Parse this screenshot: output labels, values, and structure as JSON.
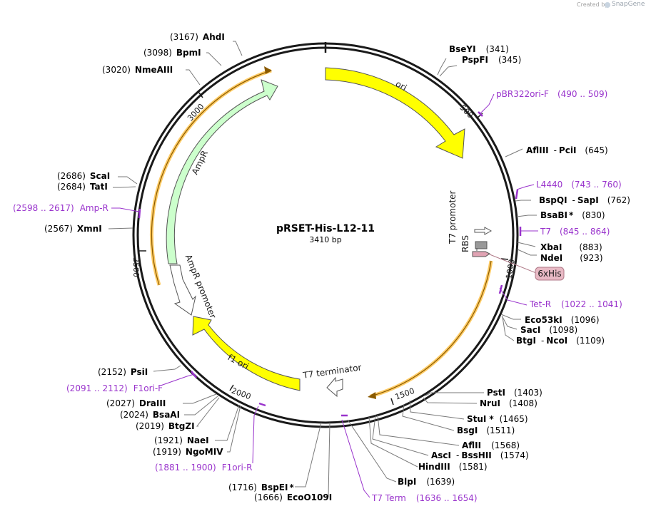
{
  "credit": {
    "created_by": "Created by",
    "brand": "SnapGene"
  },
  "plasmid": {
    "name": "pRSET-His-L12-11",
    "size": "3410 bp"
  },
  "ruler_ticks": [
    "500",
    "1000",
    "1500",
    "2000",
    "2500",
    "3000"
  ],
  "sites": {
    "ahdi": {
      "pos": "(3167)",
      "name": "AhdI"
    },
    "bpmi": {
      "pos": "(3098)",
      "name": "BpmI"
    },
    "nmeaiii": {
      "pos": "(3020)",
      "name": "NmeAIII"
    },
    "scai": {
      "pos": "(2686)",
      "name": "ScaI"
    },
    "tati": {
      "pos": "(2684)",
      "name": "TatI"
    },
    "xmni": {
      "pos": "(2567)",
      "name": "XmnI"
    },
    "psii": {
      "pos": "(2152)",
      "name": "PsiI"
    },
    "draiii": {
      "pos": "(2027)",
      "name": "DraIII"
    },
    "bsaai": {
      "pos": "(2024)",
      "name": "BsaAI"
    },
    "btgzi": {
      "pos": "(2019)",
      "name": "BtgZI"
    },
    "naei": {
      "pos": "(1921)",
      "name": "NaeI"
    },
    "ngomiv": {
      "pos": "(1919)",
      "name": "NgoMIV"
    },
    "bspei": {
      "pos": "(1716)",
      "name": "BspEI",
      "star": "*"
    },
    "eco0109i": {
      "pos": "(1666)",
      "name": "EcoO109I"
    },
    "bseyi": {
      "name": "BseYI",
      "pos": "(341)"
    },
    "pspfi": {
      "name": "PspFI",
      "pos": "(345)"
    },
    "afliii_pcii": {
      "name1": "AflIII",
      "sep": "-",
      "name2": "PciI",
      "pos": "(645)"
    },
    "bspqi_sapi": {
      "name1": "BspQI",
      "sep": "-",
      "name2": "SapI",
      "pos": "(762)"
    },
    "bsabi": {
      "name": "BsaBI",
      "star": "*",
      "pos": "(830)"
    },
    "xbai": {
      "name": "XbaI",
      "pos": "(883)"
    },
    "ndei": {
      "name": "NdeI",
      "pos": "(923)"
    },
    "eco53ki": {
      "name": "Eco53kI",
      "pos": "(1096)"
    },
    "saci": {
      "name": "SacI",
      "pos": "(1098)"
    },
    "btgi_ncoi": {
      "name1": "BtgI",
      "sep": "-",
      "name2": "NcoI",
      "pos": "(1109)"
    },
    "psti": {
      "name": "PstI",
      "pos": "(1403)"
    },
    "nrui": {
      "name": "NruI",
      "pos": "(1408)"
    },
    "stui": {
      "name": "StuI",
      "star": "*",
      "pos": "(1465)"
    },
    "bsgi": {
      "name": "BsgI",
      "pos": "(1511)"
    },
    "afliii2": {
      "name": "AflII",
      "pos": "(1568)"
    },
    "asci_bsshii": {
      "name1": "AscI",
      "sep": "-",
      "name2": "BssHII",
      "pos": "(1574)"
    },
    "hindiii": {
      "name": "HindIII",
      "pos": "(1581)"
    },
    "blpi": {
      "name": "BlpI",
      "pos": "(1639)"
    }
  },
  "primers": {
    "pbr322ori_f": {
      "name": "pBR322ori-F",
      "range": "(490 .. 509)"
    },
    "l4440": {
      "name": "L4440",
      "range": "(743 .. 760)"
    },
    "t7": {
      "name": "T7",
      "range": "(845 .. 864)"
    },
    "tet_r": {
      "name": "Tet-R",
      "range": "(1022 .. 1041)"
    },
    "t7_term": {
      "name": "T7 Term",
      "range": "(1636 .. 1654)"
    },
    "f1ori_r": {
      "range": "(1881 .. 1900)",
      "name": "F1ori-R"
    },
    "f1ori_f": {
      "range": "(2091 .. 2112)",
      "name": "F1ori-F"
    },
    "amp_r": {
      "range": "(2598 .. 2617)",
      "name": "Amp-R"
    }
  },
  "features": {
    "ori": "ori",
    "ampr": "AmpR",
    "ampr_promoter": "AmpR promoter",
    "f1_ori": "f1 ori",
    "t7_terminator": "T7 terminator",
    "t7_promoter": "T7 promoter",
    "rbs": "RBS",
    "sixhis": "6xHis"
  },
  "colors": {
    "backbone": "#1a1a1a",
    "ori_fill": "#ffff00",
    "ampr_fill": "#ccffcc",
    "orf_fill": "#ffcc66",
    "primer": "#9933cc",
    "tag_fill": "#e8b9c4",
    "tag_stroke": "#b07a88",
    "rbs_fill": "#999999",
    "sixhis_fill": "#e0a3b3"
  }
}
